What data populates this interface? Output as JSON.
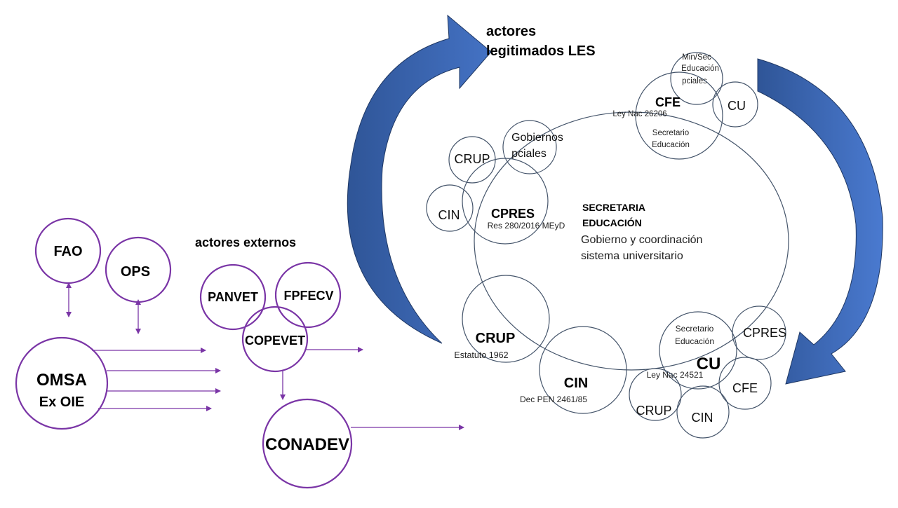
{
  "headings": {
    "legitimados_line1": "actores",
    "legitimados_line2": "legitimados LES",
    "externos": "actores externos"
  },
  "external": {
    "fao": "FAO",
    "ops": "OPS",
    "omsa_line1": "OMSA",
    "omsa_line2": "Ex OIE",
    "panvet": "PANVET",
    "fpfecv": "FPFECV",
    "copevet": "COPEVET",
    "conadev": "CONADEV"
  },
  "central": {
    "title_line1": "SECRETARIA",
    "title_line2": "EDUCACIÓN",
    "desc_line1": "Gobierno y coordinación",
    "desc_line2": "sistema universitario"
  },
  "cfe_group": {
    "min_line1": "Min/Sec",
    "min_line2": "Educación",
    "min_line3": "pciales",
    "cfe": "CFE",
    "law": "Ley Nac 26206",
    "sec_line1": "Secretario",
    "sec_line2": "Educación",
    "cu": "CU"
  },
  "cpres_group": {
    "gob_line1": "Gobiernos",
    "gob_line2": "pciales",
    "crup": "CRUP",
    "cin": "CIN",
    "cpres": "CPRES",
    "res": "Res 280/2016 MEyD"
  },
  "bottom_group": {
    "crup": "CRUP",
    "crup_note": "Estatuto 1962",
    "cin": "CIN",
    "cin_note": "Dec PEN 2461/85"
  },
  "cu_group": {
    "sec_line1": "Secretario",
    "sec_line2": "Educación",
    "cu": "CU",
    "law": "Ley Nac 24521",
    "cpres": "CPRES",
    "cfe": "CFE",
    "crup": "CRUP",
    "cin": "CIN"
  },
  "colors": {
    "purple": "#7a35a6",
    "circle_line": "#44546a",
    "arrow_blue": "#3f6fc4",
    "arrow_blue_dark": "#2f5597"
  }
}
